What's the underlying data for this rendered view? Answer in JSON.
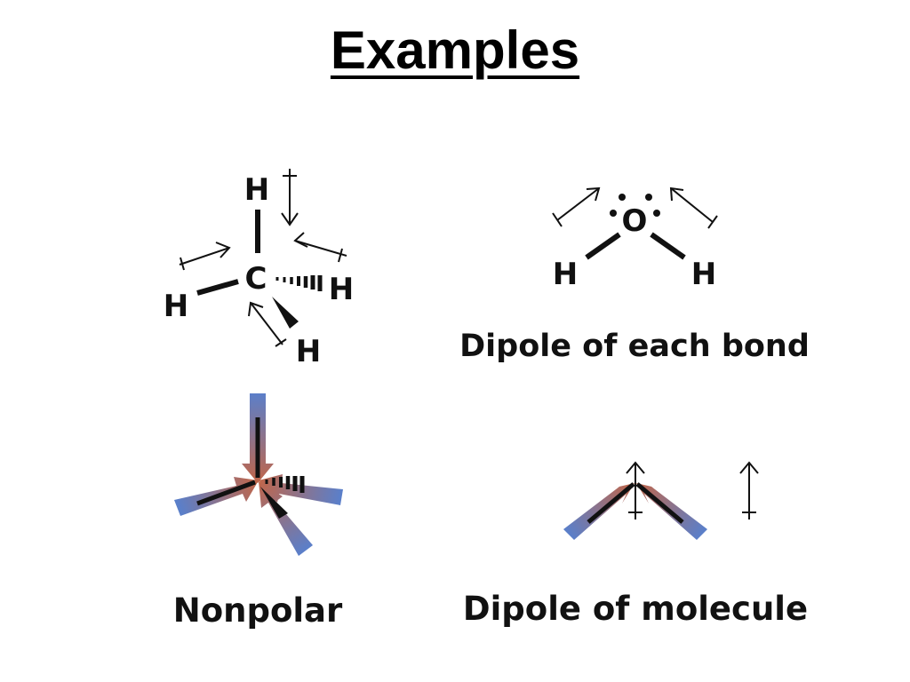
{
  "slide": {
    "title": "Examples"
  },
  "methane": {
    "atoms": {
      "top": "H",
      "center": "C",
      "left": "H",
      "right": "H",
      "bottom": "H"
    }
  },
  "water": {
    "atoms": {
      "center": "O",
      "left": "H",
      "right": "H"
    },
    "caption": "Dipole of each bond"
  },
  "nonpolar": {
    "caption": "Nonpolar"
  },
  "molecule_dipole": {
    "caption": "Dipole of molecule"
  },
  "colors": {
    "positive_end": "#5b7fc9",
    "negative_end": "#c0664a",
    "ink": "#111111"
  }
}
